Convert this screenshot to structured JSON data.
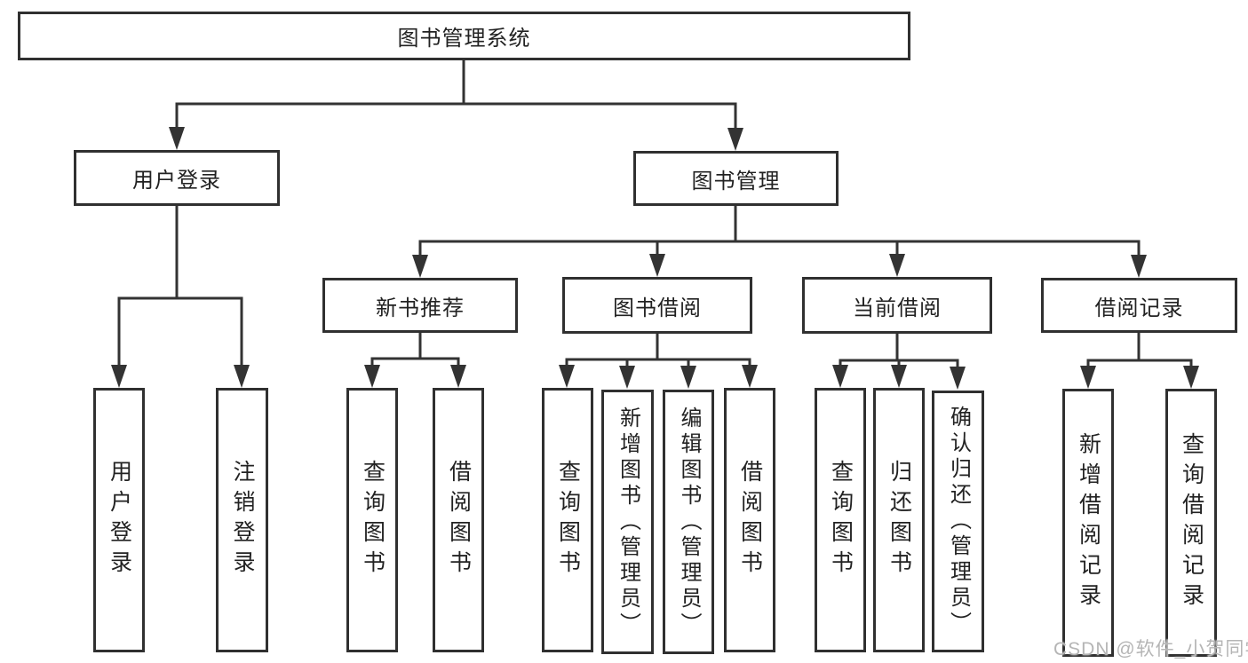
{
  "tree": {
    "root": "图书管理系统",
    "branches": [
      {
        "label": "用户登录",
        "children": [
          "用户登录",
          "注销登录"
        ]
      },
      {
        "label": "图书管理",
        "children": [
          {
            "label": "新书推荐",
            "children": [
              "查询图书",
              "借阅图书"
            ]
          },
          {
            "label": "图书借阅",
            "children": [
              "查询图书",
              "新增图书（管理员）",
              "编辑图书（管理员）",
              "借阅图书"
            ]
          },
          {
            "label": "当前借阅",
            "children": [
              "查询图书",
              "归还图书",
              "确认归还（管理员）"
            ]
          },
          {
            "label": "借阅记录",
            "children": [
              "新增借阅记录",
              "查询借阅记录"
            ]
          }
        ]
      }
    ]
  },
  "watermark": {
    "text": "CSDN @软件_小贺同学"
  },
  "colors": {
    "line": "#333333",
    "box_border": "#303030",
    "text": "#222222",
    "watermark": "#b5b5b5",
    "background": "#ffffff"
  }
}
